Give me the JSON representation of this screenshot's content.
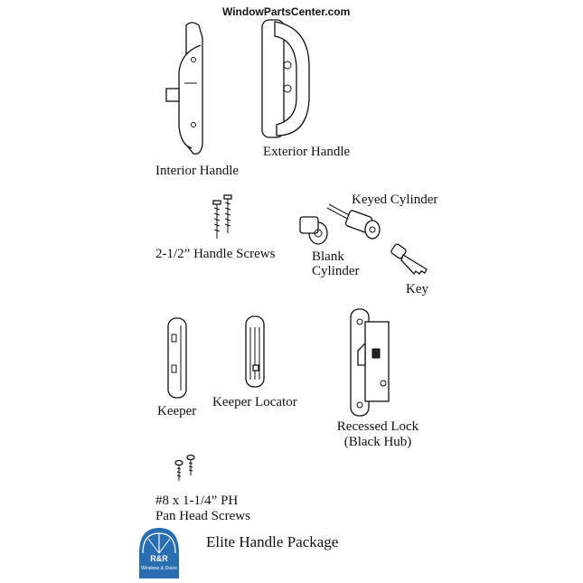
{
  "watermark": "WindowPartsCenter.com",
  "labels": {
    "interior_handle": "Interior Handle",
    "exterior_handle": "Exterior Handle",
    "keyed_cylinder": "Keyed Cylinder",
    "handle_screws": "2-1/2” Handle Screws",
    "blank_cylinder_line1": "Blank",
    "blank_cylinder_line2": "Cylinder",
    "key": "Key",
    "keeper": "Keeper",
    "keeper_locator": "Keeper Locator",
    "recessed_lock_line1": "Recessed Lock",
    "recessed_lock_line2": "(Black Hub)",
    "pan_head_line1": "#8 x 1-1/4” PH",
    "pan_head_line2": "Pan Head Screws"
  },
  "title": "Elite Handle Package",
  "logo": {
    "text": "R&R",
    "subtext": "Windows & Doors",
    "color": "#2a6db0"
  }
}
